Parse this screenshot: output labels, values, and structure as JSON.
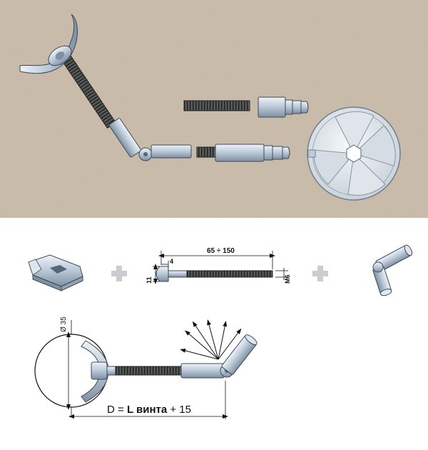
{
  "dimensions": {
    "length_range": "65 ÷ 150",
    "head_offset": "4",
    "head_height": "11",
    "thread": "M6",
    "diameter": "Ø 35"
  },
  "formula": {
    "prefix": "D = ",
    "bold": "L винта",
    "suffix": " + 15"
  },
  "icons": {
    "plus": "plus-icon",
    "washer": "wing-washer-icon",
    "screw": "screw-icon",
    "hinge": "hinge-arm-icon",
    "arrows": "rotation-arrows-icon"
  },
  "colors": {
    "photo_bg": "#cdbfae",
    "metal": "#b9c7d6",
    "metal_dark": "#56677a",
    "thread": "#2f3030",
    "plus": "#c9cdd2"
  }
}
